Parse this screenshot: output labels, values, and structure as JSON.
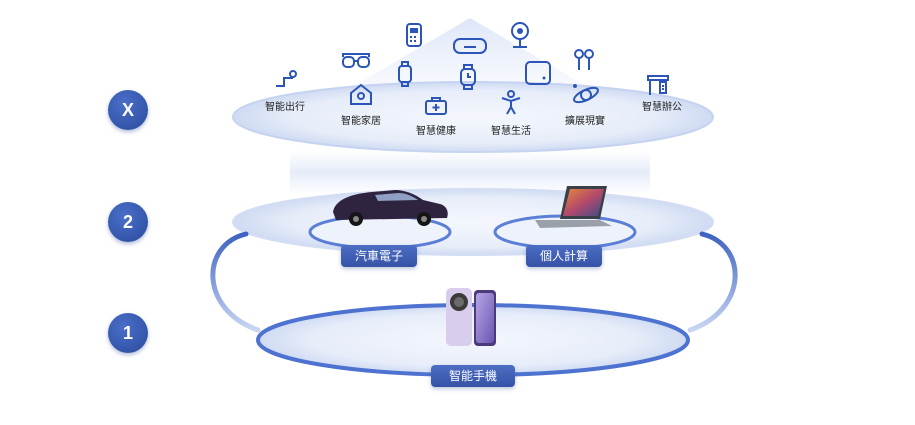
{
  "levels": [
    {
      "marker": "X"
    },
    {
      "marker": "2"
    },
    {
      "marker": "1"
    }
  ],
  "tier_x": {
    "scenarios": [
      "智能出行",
      "智能家居",
      "智慧健康",
      "智慧生活",
      "擴展現實",
      "智慧辦公"
    ]
  },
  "tier_2": {
    "devices": [
      "汽車電子",
      "個人計算"
    ]
  },
  "tier_1": {
    "device": "智能手機"
  },
  "colors": {
    "accent": "#3a5bb0",
    "ring": "#5b7fd6",
    "icon": "#2b55b8"
  },
  "icons": [
    "route-icon",
    "glasses-icon",
    "home-icon",
    "payment-terminal-icon",
    "smartwatch-icon",
    "medical-kit-icon",
    "vr-headset-icon",
    "watch-icon",
    "person-icon",
    "webcam-icon",
    "tablet-icon",
    "earbuds-icon",
    "satellite-icon",
    "office-icon",
    "car-image",
    "laptop-image",
    "phone-image"
  ]
}
